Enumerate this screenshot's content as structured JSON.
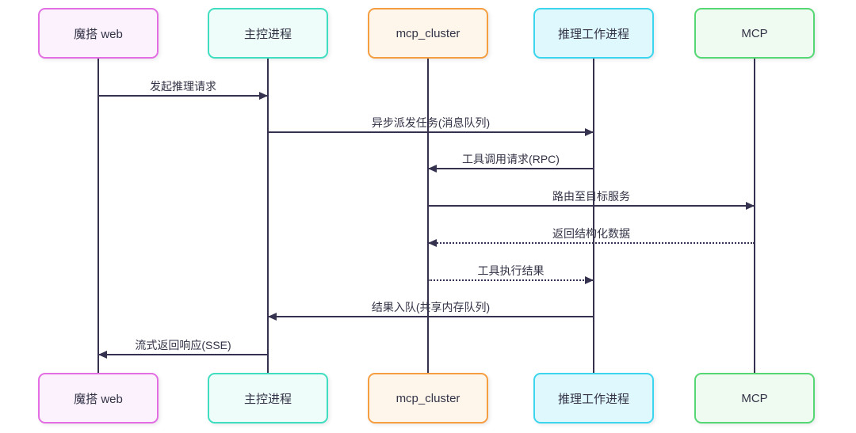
{
  "diagram": {
    "type": "sequence-diagram",
    "background_color": "#ffffff",
    "line_color": "#34324E",
    "text_color": "#333347",
    "actors": [
      {
        "id": "modao-web",
        "label": "魔搭 web",
        "border_color": "#E36EE3",
        "fill_color": "#FCF2FD"
      },
      {
        "id": "master-process",
        "label": "主控进程",
        "border_color": "#3FDEC0",
        "fill_color": "#EEFDF9"
      },
      {
        "id": "mcp-cluster",
        "label": "mcp_cluster",
        "border_color": "#F59E41",
        "fill_color": "#FEF6EB"
      },
      {
        "id": "inference-worker",
        "label": "推理工作进程",
        "border_color": "#3BD6EE",
        "fill_color": "#DFF8FE"
      },
      {
        "id": "mcp",
        "label": "MCP",
        "border_color": "#55D873",
        "fill_color": "#EFFBF1"
      }
    ],
    "messages": [
      {
        "label": "发起推理请求",
        "from": "魔搭 web",
        "to": "主控进程",
        "line": "solid",
        "direction": "right"
      },
      {
        "label": "异步派发任务(消息队列)",
        "from": "主控进程",
        "to": "推理工作进程",
        "line": "solid",
        "direction": "right"
      },
      {
        "label": "工具调用请求(RPC)",
        "from": "推理工作进程",
        "to": "mcp_cluster",
        "line": "solid",
        "direction": "left"
      },
      {
        "label": "路由至目标服务",
        "from": "mcp_cluster",
        "to": "MCP",
        "line": "solid",
        "direction": "right"
      },
      {
        "label": "返回结构化数据",
        "from": "MCP",
        "to": "mcp_cluster",
        "line": "dotted",
        "direction": "left"
      },
      {
        "label": "工具执行结果",
        "from": "mcp_cluster",
        "to": "推理工作进程",
        "line": "dotted",
        "direction": "right"
      },
      {
        "label": "结果入队(共享内存队列)",
        "from": "推理工作进程",
        "to": "主控进程",
        "line": "solid",
        "direction": "left"
      },
      {
        "label": "流式返回响应(SSE)",
        "from": "主控进程",
        "to": "魔搭 web",
        "line": "solid",
        "direction": "left"
      }
    ]
  }
}
